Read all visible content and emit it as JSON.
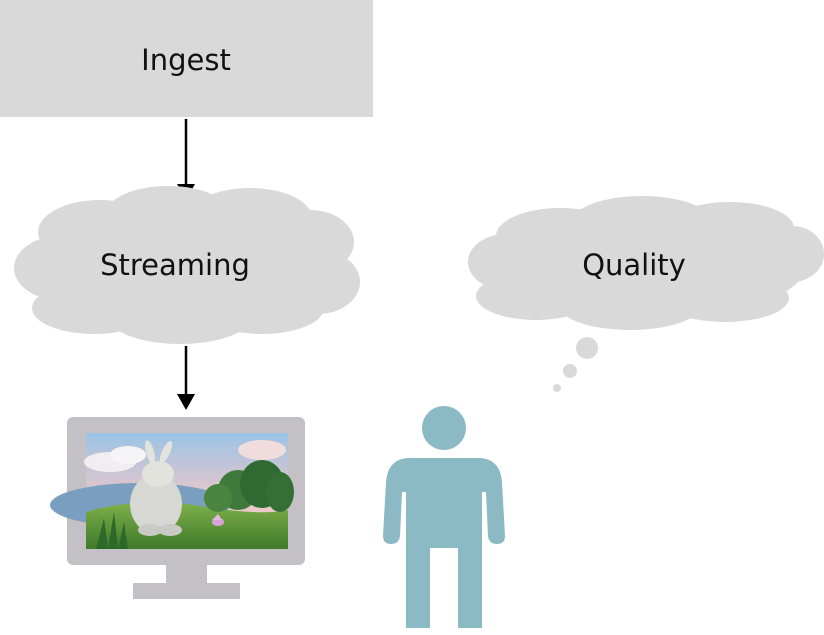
{
  "nodes": {
    "ingest": {
      "label": "Ingest"
    },
    "streaming": {
      "label": "Streaming"
    },
    "quality": {
      "label": "Quality"
    }
  },
  "icons": {
    "monitor": "monitor-icon",
    "person": "person-icon",
    "thought_bubble": "thought-bubble-icon"
  },
  "colors": {
    "box_fill": "#d9d9d9",
    "cloud_fill": "#d9d9d9",
    "arrow": "#000000",
    "monitor_frame": "#c3c1c6",
    "person": "#8bb9c4"
  }
}
